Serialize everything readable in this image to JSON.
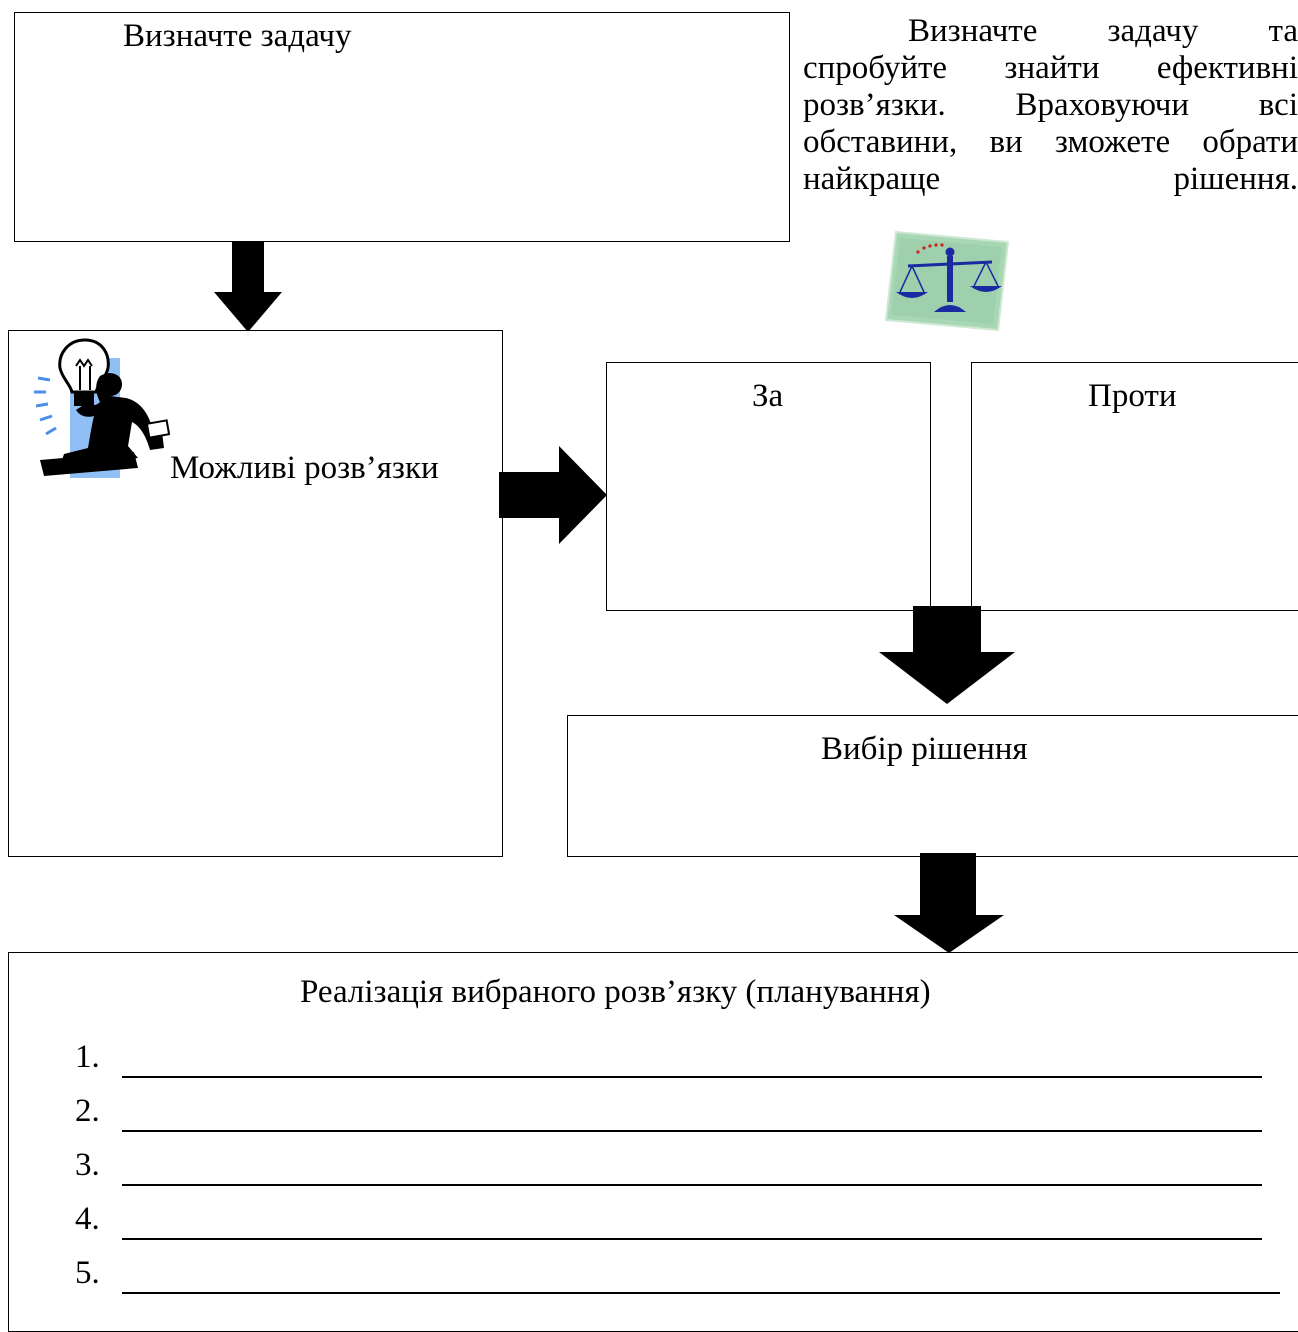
{
  "define_task_box": {
    "label": "Визначте задачу"
  },
  "intro_text": {
    "lines": [
      "Визначте задачу та",
      "спробуйте знайти ефективні",
      "розв’язки. Враховуючи всі",
      "обставини, ви зможете обрати",
      "найкраще рішення."
    ]
  },
  "solutions_box": {
    "label": "Можливі розв’язки"
  },
  "pro_box": {
    "label": "За"
  },
  "con_box": {
    "label": "Проти"
  },
  "choice_box": {
    "label": "Вибір рішення"
  },
  "plan_box": {
    "label": "Реалізація вибраного розв’язку (планування)",
    "items": [
      "1.",
      "2.",
      "3.",
      "4.",
      "5."
    ]
  },
  "icons": {
    "scales": "scales-of-justice-icon",
    "thinker": "lightbulb-idea-person-icon"
  },
  "colors": {
    "scales_background": "#a8d7b4",
    "scales_blue": "#1a2aa0",
    "idea_highlight": "#8fbff5"
  }
}
